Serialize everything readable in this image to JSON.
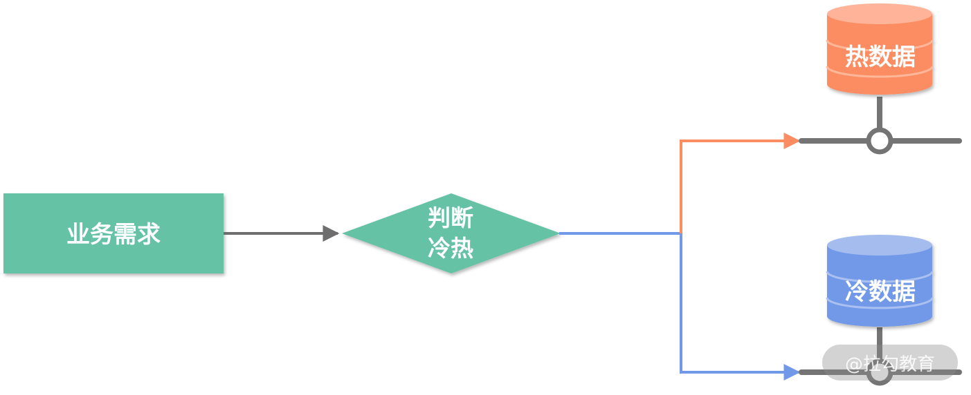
{
  "nodes": {
    "business_demand": {
      "label": "业务需求"
    },
    "decision": {
      "line1": "判断",
      "line2": "冷热"
    },
    "hot_data": {
      "label": "热数据"
    },
    "cold_data": {
      "label": "冷数据"
    }
  },
  "watermark": {
    "text": "@拉勾教育"
  },
  "colors": {
    "process_green": "#66c2a5",
    "hot_orange": "#fc8d62",
    "cold_blue": "#7199e8",
    "connector_gray": "#747474",
    "arrow_gray": "#6e6e6e"
  }
}
